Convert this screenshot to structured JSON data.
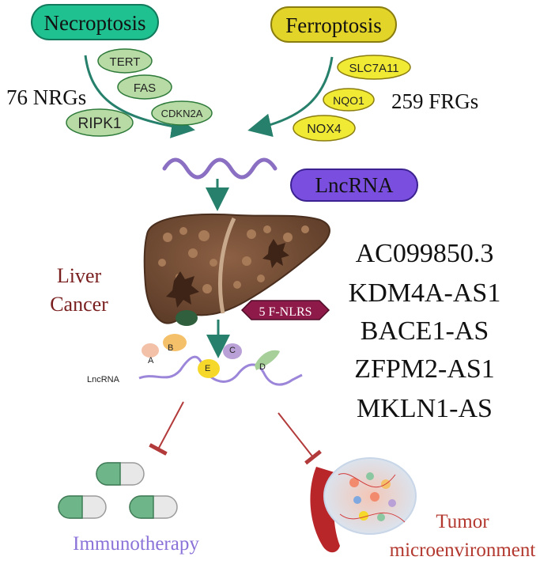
{
  "top": {
    "necroptosis": {
      "label": "Necroptosis",
      "color": "#1fc190"
    },
    "ferroptosis": {
      "label": "Ferroptosis",
      "color": "#e3d42a"
    },
    "nrg_count": "76 NRGs",
    "frg_count": "259 FRGs",
    "necro_genes": [
      "TERT",
      "FAS",
      "CDKN2A",
      "RIPK1"
    ],
    "ferro_genes": [
      "SLC7A11",
      "NQO1",
      "NOX4"
    ]
  },
  "middle": {
    "lncrna_badge": {
      "label": "LncRNA",
      "color": "#7a4fe0"
    },
    "liver_label_line1": "Liver",
    "liver_label_line2": "Cancer",
    "fnlrs_badge": {
      "label": "5 F-NLRS",
      "color": "#8e1a4a"
    },
    "lncrna_small": "LncRNA",
    "blob_letters": [
      "A",
      "B",
      "C",
      "D",
      "E"
    ]
  },
  "lncrnas": [
    "AC099850.3",
    "KDM4A-AS1",
    "BACE1-AS",
    "ZFPM2-AS1",
    "MKLN1-AS"
  ],
  "bottom": {
    "immunotherapy": "Immunotherapy",
    "tumor_line1": "Tumor",
    "tumor_line2": "microenvironment"
  },
  "colors": {
    "arrow_teal": "#27806b",
    "wave_purple": "#8a6fc2",
    "liver_brown": "#7a5238",
    "liver_label": "#7a1f1f",
    "inhibit_red": "#b23a3a",
    "immuno_text": "#8a72d8",
    "tumor_text": "#b3382f"
  }
}
